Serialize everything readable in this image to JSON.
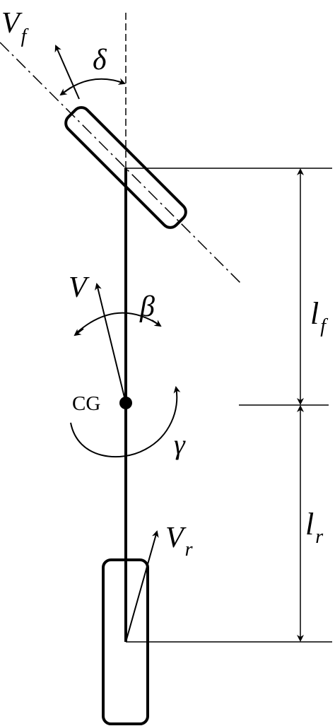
{
  "colors": {
    "ink": "#000000",
    "background": "#ffffff"
  },
  "labels": {
    "front_velocity": {
      "main": "V",
      "sub": "f"
    },
    "steer_angle": "δ",
    "body_velocity": "V",
    "slip_angle": "β",
    "center_of_gravity": "CG",
    "yaw_rate": "γ",
    "rear_velocity": {
      "main": "V",
      "sub": "r"
    },
    "front_length": {
      "main": "l",
      "sub": "f"
    },
    "rear_length": {
      "main": "l",
      "sub": "r"
    }
  }
}
